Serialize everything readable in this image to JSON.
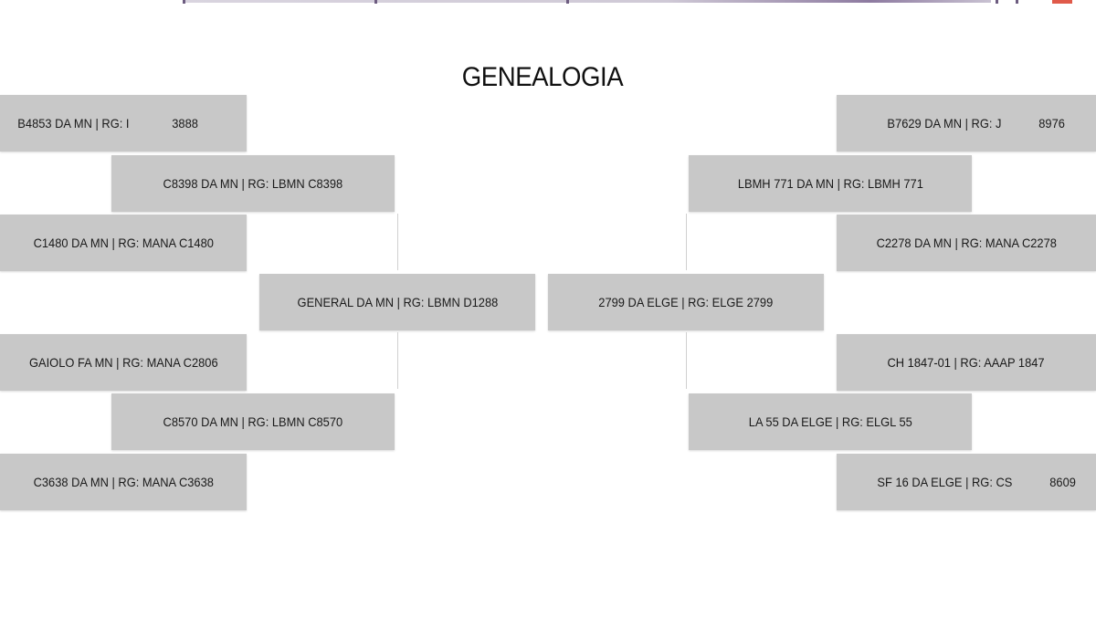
{
  "title": "GENEALOGIA",
  "colors": {
    "box": "#c8c8c8",
    "line": "#d0d0d0",
    "text": "#1a1a1a"
  },
  "sire_side": {
    "subject": "GENERAL DA MN | RG: LBMN D1288",
    "sire": "C8398 DA MN | RG: LBMN C8398",
    "dam": "C8570 DA MN | RG: LBMN C8570",
    "sire_sire": {
      "label": "B4853 DA MN | RG: I",
      "number": "3888"
    },
    "sire_dam": "C1480 DA MN | RG: MANA C1480",
    "dam_sire": "GAIOLO FA MN | RG: MANA C2806",
    "dam_dam": "C3638 DA MN | RG: MANA C3638"
  },
  "dam_side": {
    "subject": "2799 DA ELGE | RG: ELGE 2799",
    "sire": "LBMH 771 DA MN | RG: LBMH 771",
    "dam": "LA 55 DA ELGE | RG: ELGL 55",
    "sire_sire": {
      "label": "B7629 DA MN | RG: J",
      "number": "8976"
    },
    "sire_dam": "C2278 DA MN | RG: MANA C2278",
    "dam_sire": "CH 1847-01 | RG: AAAP 1847",
    "dam_dam": {
      "label": "SF 16 DA ELGE | RG: CS",
      "number": "8609"
    }
  }
}
